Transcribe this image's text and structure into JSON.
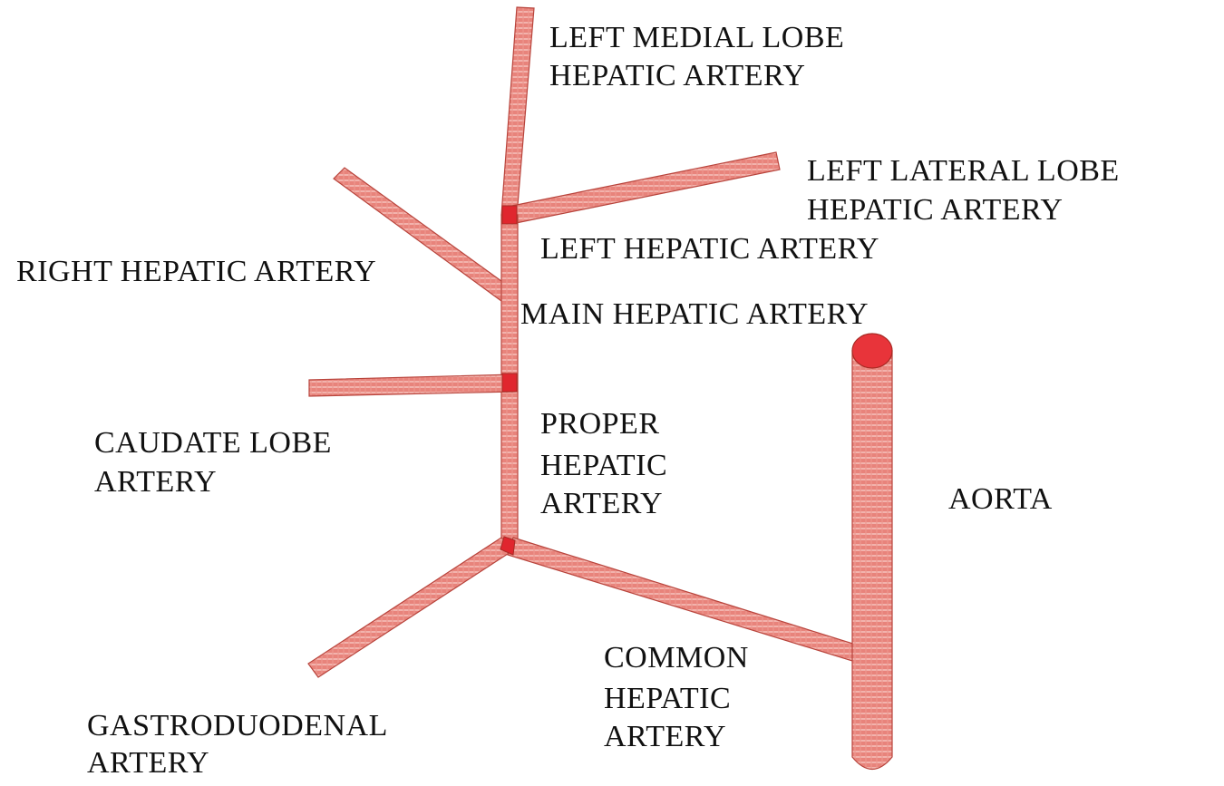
{
  "diagram": {
    "colors": {
      "vessel_fill": "#e8837b",
      "vessel_stripe": "#f2b3ad",
      "vessel_edge": "#b8443c",
      "junction": "#e0262e",
      "aorta_top": "#e8343a"
    },
    "labels": {
      "left_medial_lobe_1": "LEFT MEDIAL LOBE",
      "left_medial_lobe_2": "HEPATIC  ARTERY",
      "left_lateral_lobe_1": "LEFT LATERAL LOBE",
      "left_lateral_lobe_2": "HEPATIC  ARTERY",
      "left_hepatic": "LEFT HEPATIC  ARTERY",
      "right_hepatic": "RIGHT HEPATIC  ARTERY",
      "main_hepatic": "MAIN HEPATIC  ARTERY",
      "proper_hepatic_1": "PROPER",
      "proper_hepatic_2": "HEPATIC",
      "proper_hepatic_3": "ARTERY",
      "caudate_lobe_1": "CAUDATE LOBE",
      "caudate_lobe_2": "ARTERY",
      "aorta": "AORTA",
      "common_hepatic_1": "COMMON",
      "common_hepatic_2": "HEPATIC",
      "common_hepatic_3": "ARTERY",
      "gastroduodenal_1": "GASTRODUODENAL",
      "gastroduodenal_2": "ARTERY"
    }
  }
}
